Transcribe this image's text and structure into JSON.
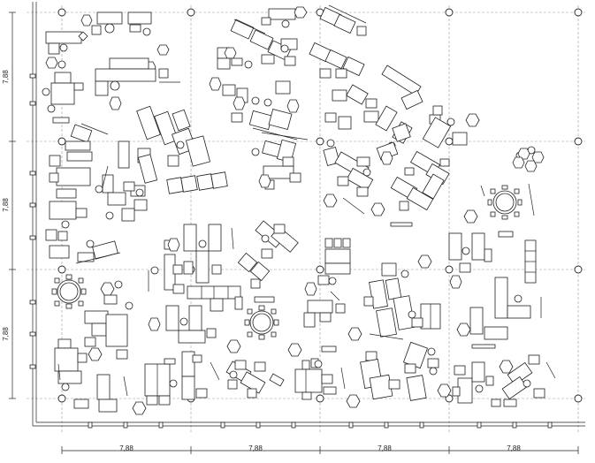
{
  "floor_plan": {
    "dimensions": {
      "vertical_left": [
        "7,88",
        "7,88",
        "7,88"
      ],
      "horizontal_bottom": [
        "7,88",
        "7,88",
        "7,88",
        "7,88"
      ]
    }
  }
}
